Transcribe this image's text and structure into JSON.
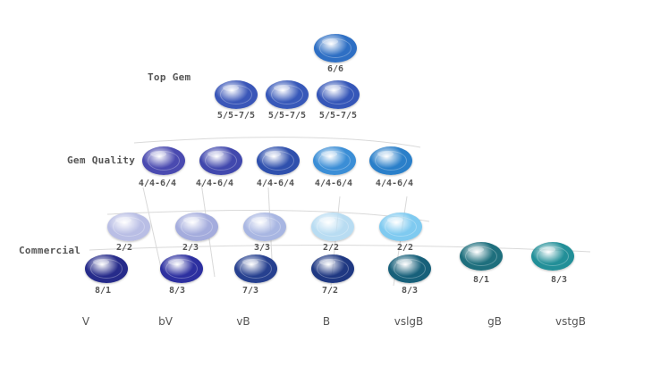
{
  "rows": {
    "top_gem": "Top Gem",
    "gem_quality": "Gem Quality",
    "commercial": "Commercial"
  },
  "hues": [
    "V",
    "bV",
    "vB",
    "B",
    "vslgB",
    "gB",
    "vstgB"
  ],
  "colors": {
    "label": "#555555",
    "violet_dark": "#262a8a",
    "blue_mid": "#2a57b8",
    "blue_bright": "#2f86cf",
    "teal": "#1f7e8a"
  },
  "gems": [
    {
      "id": "top-6-6",
      "grade": "6/6",
      "color": "#2e6fc4"
    },
    {
      "id": "top-1",
      "grade": "5/5-7/5",
      "color": "#3a56b8"
    },
    {
      "id": "top-2",
      "grade": "5/5-7/5",
      "color": "#3758b9"
    },
    {
      "id": "top-3",
      "grade": "5/5-7/5",
      "color": "#3556b8"
    },
    {
      "id": "gq-1",
      "grade": "4/4-6/4",
      "color": "#4a4ab0"
    },
    {
      "id": "gq-2",
      "grade": "4/4-6/4",
      "color": "#4148ad"
    },
    {
      "id": "gq-3",
      "grade": "4/4-6/4",
      "color": "#2f50ad"
    },
    {
      "id": "gq-4",
      "grade": "4/4-6/4",
      "color": "#3b8ed6"
    },
    {
      "id": "gq-5",
      "grade": "4/4-6/4",
      "color": "#2a7fc9"
    },
    {
      "id": "c-light-1",
      "grade": "2/2",
      "color": "#b9bee5"
    },
    {
      "id": "c-light-2",
      "grade": "2/3",
      "color": "#a4acdd"
    },
    {
      "id": "c-light-3",
      "grade": "3/3",
      "color": "#a8b6e2"
    },
    {
      "id": "c-light-4",
      "grade": "2/2",
      "color": "#b8dcf2"
    },
    {
      "id": "c-light-5",
      "grade": "2/2",
      "color": "#7fcaf0"
    },
    {
      "id": "c-dark-1",
      "grade": "8/1",
      "color": "#262b8a"
    },
    {
      "id": "c-dark-2",
      "grade": "8/3",
      "color": "#2d30a0"
    },
    {
      "id": "c-dark-3",
      "grade": "7/3",
      "color": "#26408f"
    },
    {
      "id": "c-dark-4",
      "grade": "7/2",
      "color": "#1f3882"
    },
    {
      "id": "c-dark-5",
      "grade": "8/3",
      "color": "#17607a"
    },
    {
      "id": "c-dark-6",
      "grade": "8/1",
      "color": "#1e6f7d"
    },
    {
      "id": "c-dark-7",
      "grade": "8/3",
      "color": "#228f98"
    }
  ]
}
